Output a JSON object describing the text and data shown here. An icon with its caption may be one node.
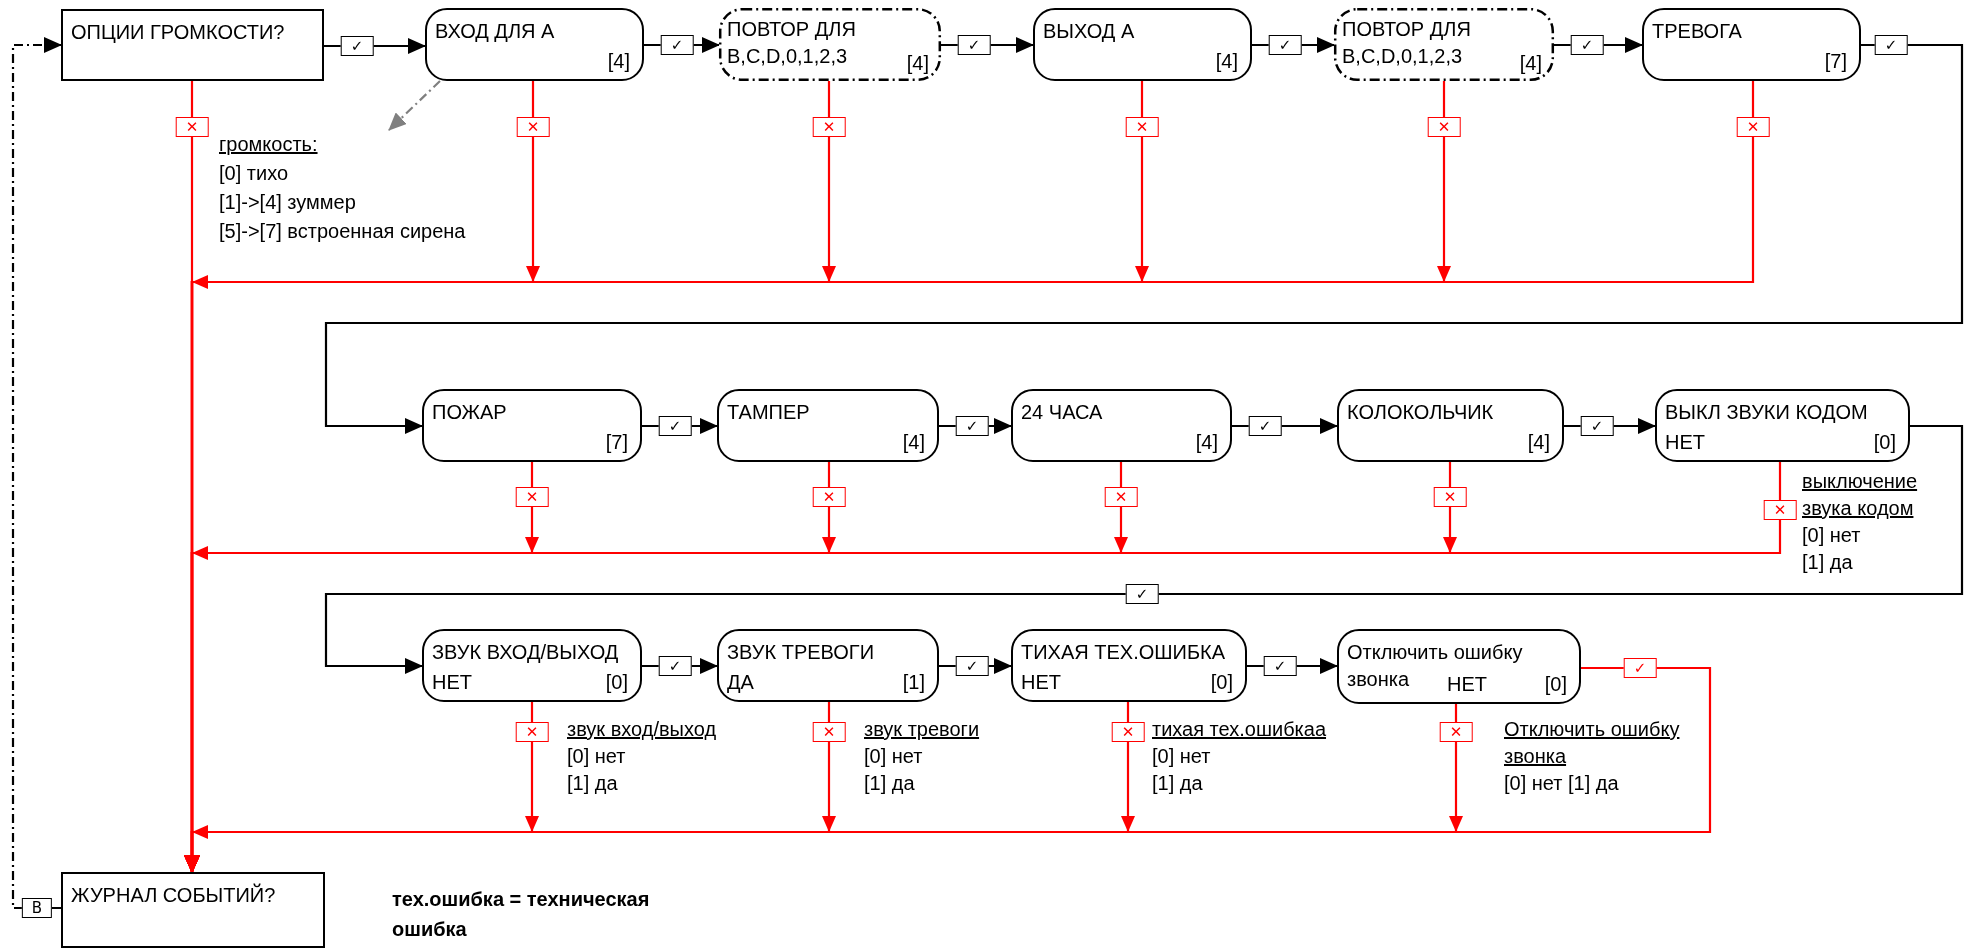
{
  "diagram": {
    "nodes": [
      {
        "text": [
          "ОПЦИИ ГРОМКОСТИ?"
        ]
      },
      {
        "text": [
          "ВХОД ДЛЯ А",
          "[4]"
        ]
      },
      {
        "text": [
          "ПОВТОР ДЛЯ B,C,D,0,1,2,3",
          "[4]"
        ]
      },
      {
        "text": [
          "ВЫХОД А",
          "[4]"
        ]
      },
      {
        "text": [
          "ПОВТОР ДЛЯ B,C,D,0,1,2,3",
          "[4]"
        ]
      },
      {
        "text": [
          "ТРЕВОГА",
          "[7]"
        ]
      },
      {
        "text": [
          "ПОЖАР",
          "[7]"
        ]
      },
      {
        "text": [
          "ТАМПЕР",
          "[4]"
        ]
      },
      {
        "text": [
          "24 ЧАСА",
          "[4]"
        ]
      },
      {
        "text": [
          "КОЛОКОЛЬЧИК",
          "[4]"
        ]
      },
      {
        "text": [
          "ВЫКЛ ЗВУКИ КОДОМ",
          "НЕТ",
          "[0]"
        ],
        "beside": [
          "выключение звука кодом",
          "[0] нет",
          "[1] да"
        ]
      },
      {
        "text": [
          "ЗВУК ВХОД/ВЫХОД",
          "НЕТ",
          "[0]"
        ],
        "beside": [
          "звук вход/выход",
          "[0] нет",
          "[1] да"
        ]
      },
      {
        "text": [
          "ЗВУК ТРЕВОГИ",
          "ДА",
          "[1]"
        ],
        "beside": [
          "звук тревоги",
          "[0] нет",
          "[1] да"
        ]
      },
      {
        "text": [
          "ТИХАЯ ТЕХ.ОШИБКА",
          "НЕТ",
          "[0]"
        ],
        "beside": [
          "тихая тех.ошибкаа",
          "[0] нет",
          "[1] да"
        ]
      },
      {
        "text": [
          "Отключить ошибку звонка",
          "НЕТ",
          "[0]"
        ],
        "beside": [
          "Отключить ошибку звонка",
          "[0] нет [1] да"
        ]
      },
      {
        "text": [
          "ЖУРНАЛ СОБЫТИЙ?"
        ]
      },
      {
        "text": [
          "громкость:",
          "[0] тихо",
          "[1]->[4] зуммер",
          "[5]->[7] встроенная сирена"
        ]
      }
    ],
    "edges": [
      {
        "from": 0,
        "to": 1,
        "arrow": "to",
        "label": "✓",
        "color": "#000000"
      },
      {
        "from": 1,
        "to": 2,
        "arrow": "to",
        "label": "✓",
        "color": "#000000"
      },
      {
        "from": 2,
        "to": 3,
        "arrow": "to",
        "label": "✓",
        "color": "#000000"
      },
      {
        "from": 3,
        "to": 4,
        "arrow": "to",
        "label": "✓",
        "color": "#000000"
      },
      {
        "from": 4,
        "to": 5,
        "arrow": "to",
        "label": "✓",
        "color": "#000000"
      },
      {
        "from": 5,
        "to": 6,
        "arrow": "to",
        "label": "✓",
        "color": "#000000"
      },
      {
        "from": 6,
        "to": 7,
        "arrow": "to",
        "label": "✓",
        "color": "#000000"
      },
      {
        "from": 7,
        "to": 8,
        "arrow": "to",
        "label": "✓",
        "color": "#000000"
      },
      {
        "from": 8,
        "to": 9,
        "arrow": "to",
        "label": "✓",
        "color": "#000000"
      },
      {
        "from": 9,
        "to": 10,
        "arrow": "to",
        "label": "✓",
        "color": "#000000"
      },
      {
        "from": 10,
        "to": 11,
        "arrow": "to",
        "label": "✓",
        "color": "#000000"
      },
      {
        "from": 11,
        "to": 12,
        "arrow": "to",
        "label": "✓",
        "color": "#000000"
      },
      {
        "from": 12,
        "to": 13,
        "arrow": "to",
        "label": "✓",
        "color": "#000000"
      },
      {
        "from": 13,
        "to": 14,
        "arrow": "to",
        "label": "✓",
        "color": "#000000"
      },
      {
        "from": 1,
        "to": 16,
        "arrow": "to",
        "style": "dashed",
        "color": "#808080"
      },
      {
        "from": 0,
        "to": 15,
        "arrow": "to",
        "label": "✕",
        "color": "#ff0000"
      },
      {
        "from": 1,
        "to": 15,
        "arrow": "to",
        "label": "✕",
        "color": "#ff0000"
      },
      {
        "from": 2,
        "to": 15,
        "arrow": "to",
        "label": "✕",
        "color": "#ff0000"
      },
      {
        "from": 3,
        "to": 15,
        "arrow": "to",
        "label": "✕",
        "color": "#ff0000"
      },
      {
        "from": 4,
        "to": 15,
        "arrow": "to",
        "label": "✕",
        "color": "#ff0000"
      },
      {
        "from": 5,
        "to": 15,
        "arrow": "to",
        "label": "✕",
        "color": "#ff0000"
      },
      {
        "from": 6,
        "to": 15,
        "arrow": "to",
        "label": "✕",
        "color": "#ff0000"
      },
      {
        "from": 7,
        "to": 15,
        "arrow": "to",
        "label": "✕",
        "color": "#ff0000"
      },
      {
        "from": 8,
        "to": 15,
        "arrow": "to",
        "label": "✕",
        "color": "#ff0000"
      },
      {
        "from": 9,
        "to": 15,
        "arrow": "to",
        "label": "✕",
        "color": "#ff0000"
      },
      {
        "from": 10,
        "to": 15,
        "arrow": "to",
        "label": "✕",
        "color": "#ff0000"
      },
      {
        "from": 11,
        "to": 15,
        "arrow": "to",
        "label": "✕",
        "color": "#ff0000"
      },
      {
        "from": 12,
        "to": 15,
        "arrow": "to",
        "label": "✕",
        "color": "#ff0000"
      },
      {
        "from": 13,
        "to": 15,
        "arrow": "to",
        "label": "✕",
        "color": "#ff0000"
      },
      {
        "from": 14,
        "to": 15,
        "arrow": "to",
        "label": "✕",
        "color": "#ff0000"
      },
      {
        "from": 14,
        "to": 15,
        "arrow": "to",
        "label": "✓",
        "color": "#ff0000"
      },
      {
        "from": 15,
        "to": 0,
        "arrow": "to",
        "label": "В",
        "style": "dashed",
        "color": "#000000"
      }
    ],
    "labels": [
      "тех.ошибка = техническая ошибка"
    ]
  }
}
